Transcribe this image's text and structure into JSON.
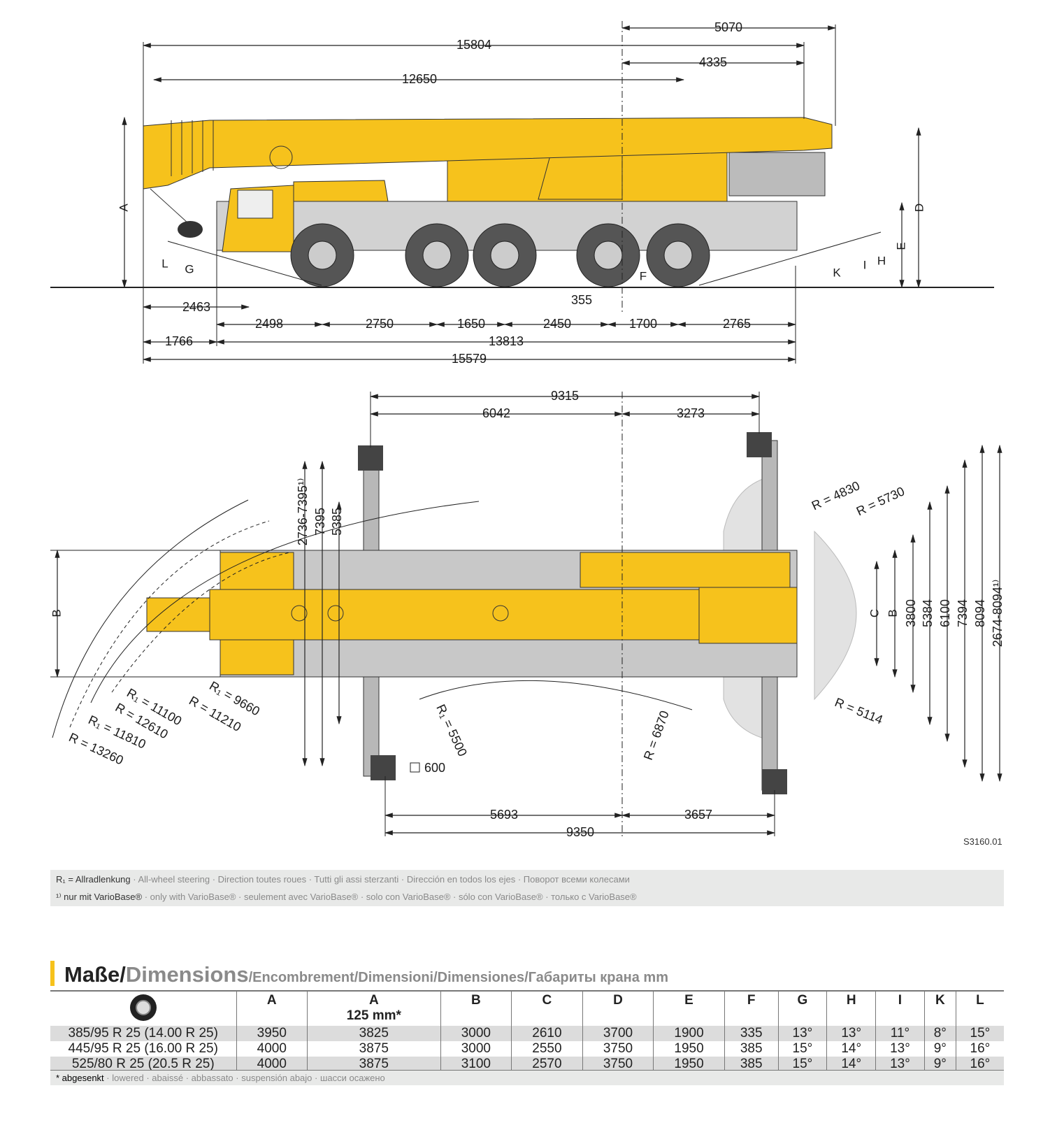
{
  "side_view": {
    "dims": [
      "5070",
      "15804",
      "4335",
      "12650",
      "2463",
      "355",
      "2498",
      "2750",
      "1650",
      "2450",
      "1700",
      "2765",
      "1766",
      "13813",
      "15579"
    ],
    "letters": [
      "A",
      "L",
      "G",
      "F",
      "K",
      "I",
      "H",
      "E",
      "D"
    ]
  },
  "top_view": {
    "dims": [
      "9315",
      "6042",
      "3273",
      "5693",
      "3657",
      "9350"
    ],
    "left_verticals": [
      "2736-7395¹⁾",
      "7395",
      "5385"
    ],
    "b_left": "B",
    "radii": [
      "R = 4830",
      "R = 5730",
      "R₁ = 9660",
      "R₁ = 11100",
      "R = 11210",
      "R = 12610",
      "R₁ = 11810",
      "R = 13260",
      "R₁ = 5500",
      "R = 6870",
      "R = 5114"
    ],
    "pad": "600",
    "right_verticals": [
      "C",
      "B",
      "3800",
      "5384",
      "6100",
      "7394",
      "8094",
      "2674-8094¹⁾"
    ],
    "drawing_code": "S3160.01"
  },
  "notes": {
    "r1_lead": "R₁ = Allradlenkung",
    "r1_rest": " · All-wheel steering · Direction toutes roues · Tutti gli assi sterzanti · Dirección en todos los ejes · Поворот всеми колесами",
    "v_lead": "¹⁾ nur mit VarioBase®",
    "v_rest": " · only with VarioBase® · seulement avec VarioBase® · solo con VarioBase® · sólo con VarioBase® · только с VarioBase®"
  },
  "dimensions": {
    "title_de": "Maße",
    "title_en": "Dimensions",
    "title_rest": "/Encombrement/Dimensioni/Dimensiones/Габариты крана mm",
    "headers": [
      "A",
      "A",
      "B",
      "C",
      "D",
      "E",
      "F",
      "G",
      "H",
      "I",
      "K",
      "L"
    ],
    "header_sub": "125 mm*",
    "rows": [
      [
        "385/95 R 25 (14.00 R 25)",
        "3950",
        "3825",
        "3000",
        "2610",
        "3700",
        "1900",
        "335",
        "13°",
        "13°",
        "11°",
        "8°",
        "15°"
      ],
      [
        "445/95 R 25 (16.00 R 25)",
        "4000",
        "3875",
        "3000",
        "2550",
        "3750",
        "1950",
        "385",
        "15°",
        "14°",
        "13°",
        "9°",
        "16°"
      ],
      [
        "525/80 R 25 (20.5  R 25)",
        "4000",
        "3875",
        "3100",
        "2570",
        "3750",
        "1950",
        "385",
        "15°",
        "14°",
        "13°",
        "9°",
        "16°"
      ]
    ],
    "footnote_lead": "* abgesenkt",
    "footnote_rest": " · lowered · abaissé · abbassato · suspensión abajo · шасси осажено"
  },
  "colors": {
    "crane_yellow": "#f6c21c",
    "chassis_gray": "#c8c8c8"
  }
}
